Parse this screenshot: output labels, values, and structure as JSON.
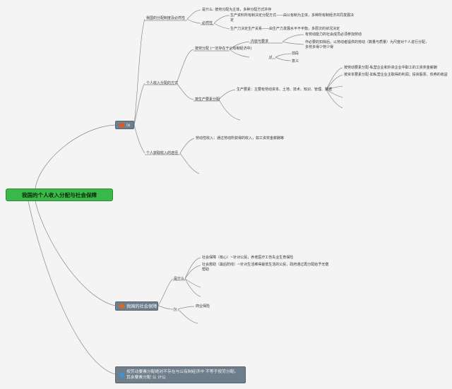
{
  "root": "我国的个人收入分配与社会保障",
  "branches": {
    "income": {
      "label": "ix",
      "icon": "red-circle-icon"
    },
    "security": {
      "label": "我国的社会保障",
      "icon": "orange-circle-icon"
    },
    "note": {
      "line1": "按劳动要素分配绝对不存在与公有制经济中 不等于按劳分配。",
      "line2": "其余要素分配 公 计公",
      "icon": "blue-circle-icon"
    }
  },
  "income": {
    "basic_system": {
      "label": "我国的分配制度及必然性",
      "what": "是什么: 按劳分配为主体，多种分配方式并存",
      "necessity": "必然性",
      "reason1_line1": "生产资料所有制决定分配方式——由公有制为主体，多种所有制经济共同发展决",
      "reason1_line2": "定",
      "reason2": "生产力决定生产关系——由生产力发展水平不平衡，多层次的状况决定"
    },
    "personal_methods": {
      "label": "个人收入分配的方式",
      "by_labor": {
        "label": "按劳分配 (一定存在于公有制经济中)",
        "content": "内容与要求",
        "req1": "有劳动能力的社会成员必须参加劳动",
        "req2_line1": "作必要的扣除后，以劳动者提供的劳动（数量与质量）为尺度对个人进行分配，",
        "req2_line2": "多劳多得少劳少得",
        "yi": "yi",
        "yi1": "前段",
        "yi2": "意义"
      },
      "by_factors": {
        "label": "按生产要素分配",
        "factors": "生产要素：主要有劳动资本、土地、技术、知识、管理、数据",
        "f1": "按劳动要素分配-私营企业和外资企业中职工的工资奖金薪酬",
        "f2": "按资本要素分配-如私营企业主取得的利润；投资股票、债券的收益"
      }
    },
    "ways": {
      "label": "个人获取收入的途径",
      "labor_income": "劳动性收入：通过劳动所获得的收入，如工资奖金薪酬等"
    }
  },
  "security": {
    "what": {
      "label": "是什么",
      "i1": "社会保障（核心）~针对公民，养老医疗工伤失业生育保险",
      "i2_line1": "社会救助（最后防线）~针对生活难得最低生活的公民，政府通过再分配给予无偿",
      "i2_line2": "帮助"
    },
    "iv": {
      "label": "iv",
      "i1": "商业保险"
    }
  }
}
